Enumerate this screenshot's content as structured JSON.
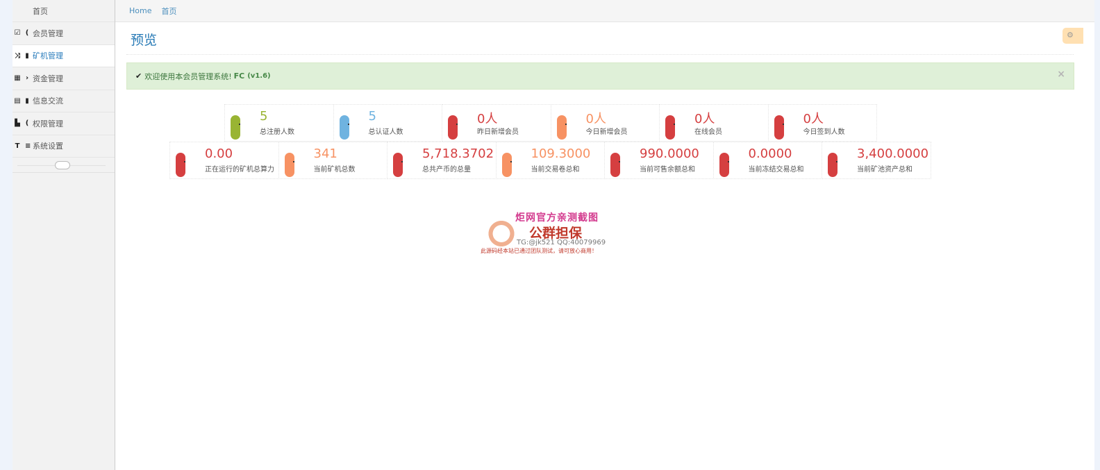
{
  "sidebar": {
    "items": [
      {
        "label": "首页",
        "icon": "",
        "icon2": "",
        "icon_name": "home-icon",
        "active": false
      },
      {
        "label": "会员管理",
        "icon": "☑",
        "icon2": "(",
        "icon_name": "edit-icon",
        "active": false
      },
      {
        "label": "矿机管理",
        "icon": "⤨",
        "icon2": "▮",
        "icon_name": "random-icon",
        "active": true
      },
      {
        "label": "资金管理",
        "icon": "▦",
        "icon2": "›",
        "icon_name": "calendar-icon",
        "active": false
      },
      {
        "label": "信息交流",
        "icon": "▤",
        "icon2": "▮",
        "icon_name": "list-icon",
        "active": false
      },
      {
        "label": "权限管理",
        "icon": "▙",
        "icon2": "(",
        "icon_name": "file-icon",
        "active": false
      },
      {
        "label": "系统设置",
        "icon": "T",
        "icon2": "≡",
        "icon_name": "text-icon",
        "active": false
      }
    ]
  },
  "breadcrumbs": [
    "Home",
    "首页"
  ],
  "page": {
    "title": "预览",
    "settings_icon": "⚙"
  },
  "alert": {
    "check_icon": "✔",
    "message": "欢迎使用本会员管理系统!",
    "brand": "FC",
    "version": "(v1.6)",
    "close_icon": "×"
  },
  "colors": {
    "green": "#99b433",
    "blue": "#6fb3e0",
    "red": "#d53f40",
    "orange": "#f79263"
  },
  "stats_row1": [
    {
      "value": "5",
      "label": "总注册人数",
      "color": "#99b433"
    },
    {
      "value": "5",
      "label": "总认证人数",
      "color": "#6fb3e0"
    },
    {
      "value": "0人",
      "label": "昨日新增会员",
      "color": "#d53f40"
    },
    {
      "value": "0人",
      "label": "今日新增会员",
      "color": "#f79263"
    },
    {
      "value": "0人",
      "label": "在线会员",
      "color": "#d53f40"
    },
    {
      "value": "0人",
      "label": "今日签到人数",
      "color": "#d53f40"
    }
  ],
  "stats_row2": [
    {
      "value": "0.00",
      "label": "正在运行的矿机总算力",
      "color": "#d53f40"
    },
    {
      "value": "341",
      "label": "当前矿机总数",
      "color": "#f79263"
    },
    {
      "value": "5,718.3702",
      "label": "总共产币的总量",
      "color": "#d53f40"
    },
    {
      "value": "109.3000",
      "label": "当前交易卷总和",
      "color": "#f79263"
    },
    {
      "value": "990.0000",
      "label": "当前可售余额总和",
      "color": "#d53f40"
    },
    {
      "value": "0.0000",
      "label": "当前冻结交易总和",
      "color": "#d53f40"
    },
    {
      "value": "3,400.0000",
      "label": "当前矿池资产总和",
      "color": "#d53f40"
    }
  ],
  "watermark": {
    "line1": "炬网官方亲测截图",
    "line2": "公群担保",
    "line3": "TG:@jk521   QQ:40079969",
    "line4": "此源码经本站已通过团队测试，请可放心商用！"
  }
}
